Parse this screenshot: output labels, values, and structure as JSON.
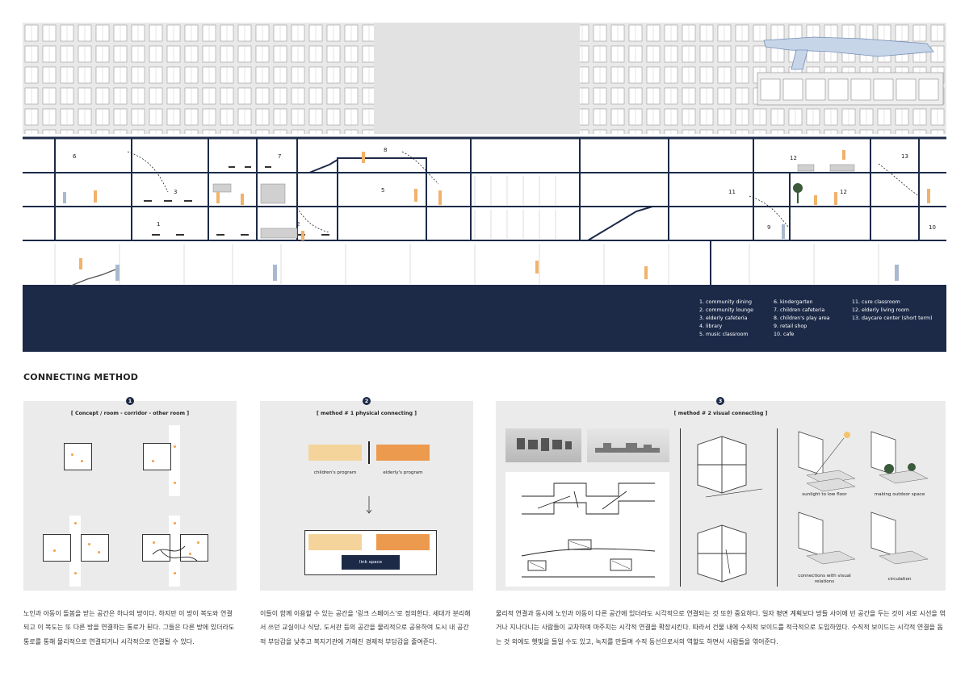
{
  "section": {
    "legend_col1": [
      "1. community dining",
      "2. community lounge",
      "3. elderly cafeteria",
      "4. library",
      "5. music classroom"
    ],
    "legend_col2": [
      "6. kindergarten",
      "7. children cafeteria",
      "8. children's play area",
      "9. retail shop",
      "10. cafe"
    ],
    "legend_col3": [
      "11. cure classroom",
      "12. elderly living room",
      "13. daycare center (short term)"
    ],
    "room_numbers": [
      "6",
      "7",
      "8",
      "12",
      "13",
      "3",
      "5",
      "11",
      "12",
      "1",
      "2",
      "9",
      "10"
    ]
  },
  "heading": "CONNECTING METHOD",
  "panel1": {
    "badge": "1",
    "title": "[ Concept  /  room - corridor - other room ]"
  },
  "panel2": {
    "badge": "2",
    "title": "[ method # 1   physical connecting ]",
    "children_label": "children's program",
    "elderly_label": "elderly's program",
    "link_label": "link space"
  },
  "panel3": {
    "badge": "3",
    "title": "[ method # 2   visual connecting ]",
    "labels": [
      "sunlight to low floor",
      "making outdoor space",
      "connections with visual relations",
      "circulation"
    ]
  },
  "text1": "노인과 아동이 돌봄을 받는 공간은 하나의 방이다. 하지만 이 방이 복도와 연결되고 이 복도는 또 다른 방을 연결하는 통로가 된다. 그들은 다른 방에 있더라도 통로를 통해 물리적으로 연결되거나 시각적으로 연결될 수 있다.",
  "text2": "이들이 함께 이용할 수 있는 공간을 '링크 스페이스'로 정의한다. 세대가 분리해서 쓰던 교실이나 식당, 도서관 등의 공간을 물리적으로 공유하여 도시 내 공간적 부담감을 낮추고 복지기관에 가해진 경제적 부담감을 줄여준다.",
  "text3": "물리적 연결과 동시에 노인과 아동이 다른 공간에 있더라도 시각적으로 연결되는 것 또한 중요하다. 일자 평면 계획보다 방들 사이에 빈 공간을 두는 것이 서로 시선을 엮거나 지나다니는 사람들이 교차하며 마주치는 시각적 연결을 확장시킨다. 따라서 건물 내에 수직적 보이드를 적극적으로 도입하였다. 수직적 보이드는 시각적 연결을 돕는 것 외에도 햇빛을 들일 수도 있고, 녹지를 만들며 수직 동선으로서의 역할도 하면서 사람들을 엮어준다.",
  "colors": {
    "navy": "#1c2a48",
    "children": "#f4d49a",
    "elderly": "#ec9a4e",
    "panel": "#ebebeb",
    "dot": "#f0a04b"
  }
}
